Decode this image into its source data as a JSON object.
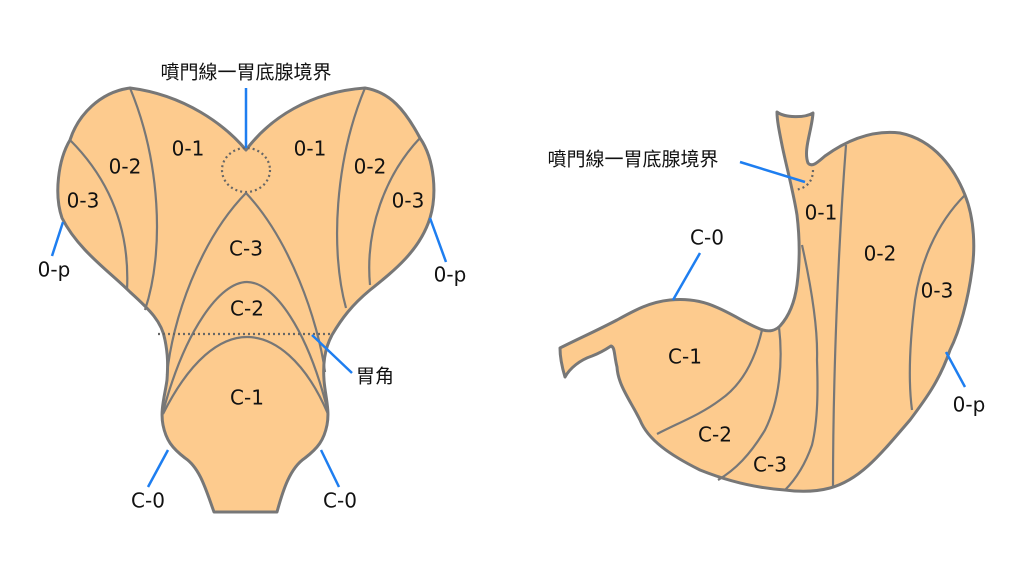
{
  "colors": {
    "fill": "#FDCB8E",
    "outline": "#777777",
    "leader": "#1E7EF0"
  },
  "left_diagram": {
    "top_label": "噴門線一胃底腺境界",
    "angle_label": "胃角",
    "regions": {
      "o1_left": "0-1",
      "o1_right": "0-1",
      "o2_left": "0-2",
      "o2_right": "0-2",
      "o3_left": "0-3",
      "o3_right": "0-3",
      "c3": "C-3",
      "c2": "C-2",
      "c1": "C-1"
    },
    "op_left": "0-p",
    "op_right": "0-p",
    "c0_left": "C-0",
    "c0_right": "C-0"
  },
  "right_diagram": {
    "top_label": "噴門線一胃底腺境界",
    "regions": {
      "o1": "0-1",
      "o2": "0-2",
      "o3": "0-3",
      "c1": "C-1",
      "c2": "C-2",
      "c3": "C-3"
    },
    "c0": "C-0",
    "op": "0-p"
  }
}
